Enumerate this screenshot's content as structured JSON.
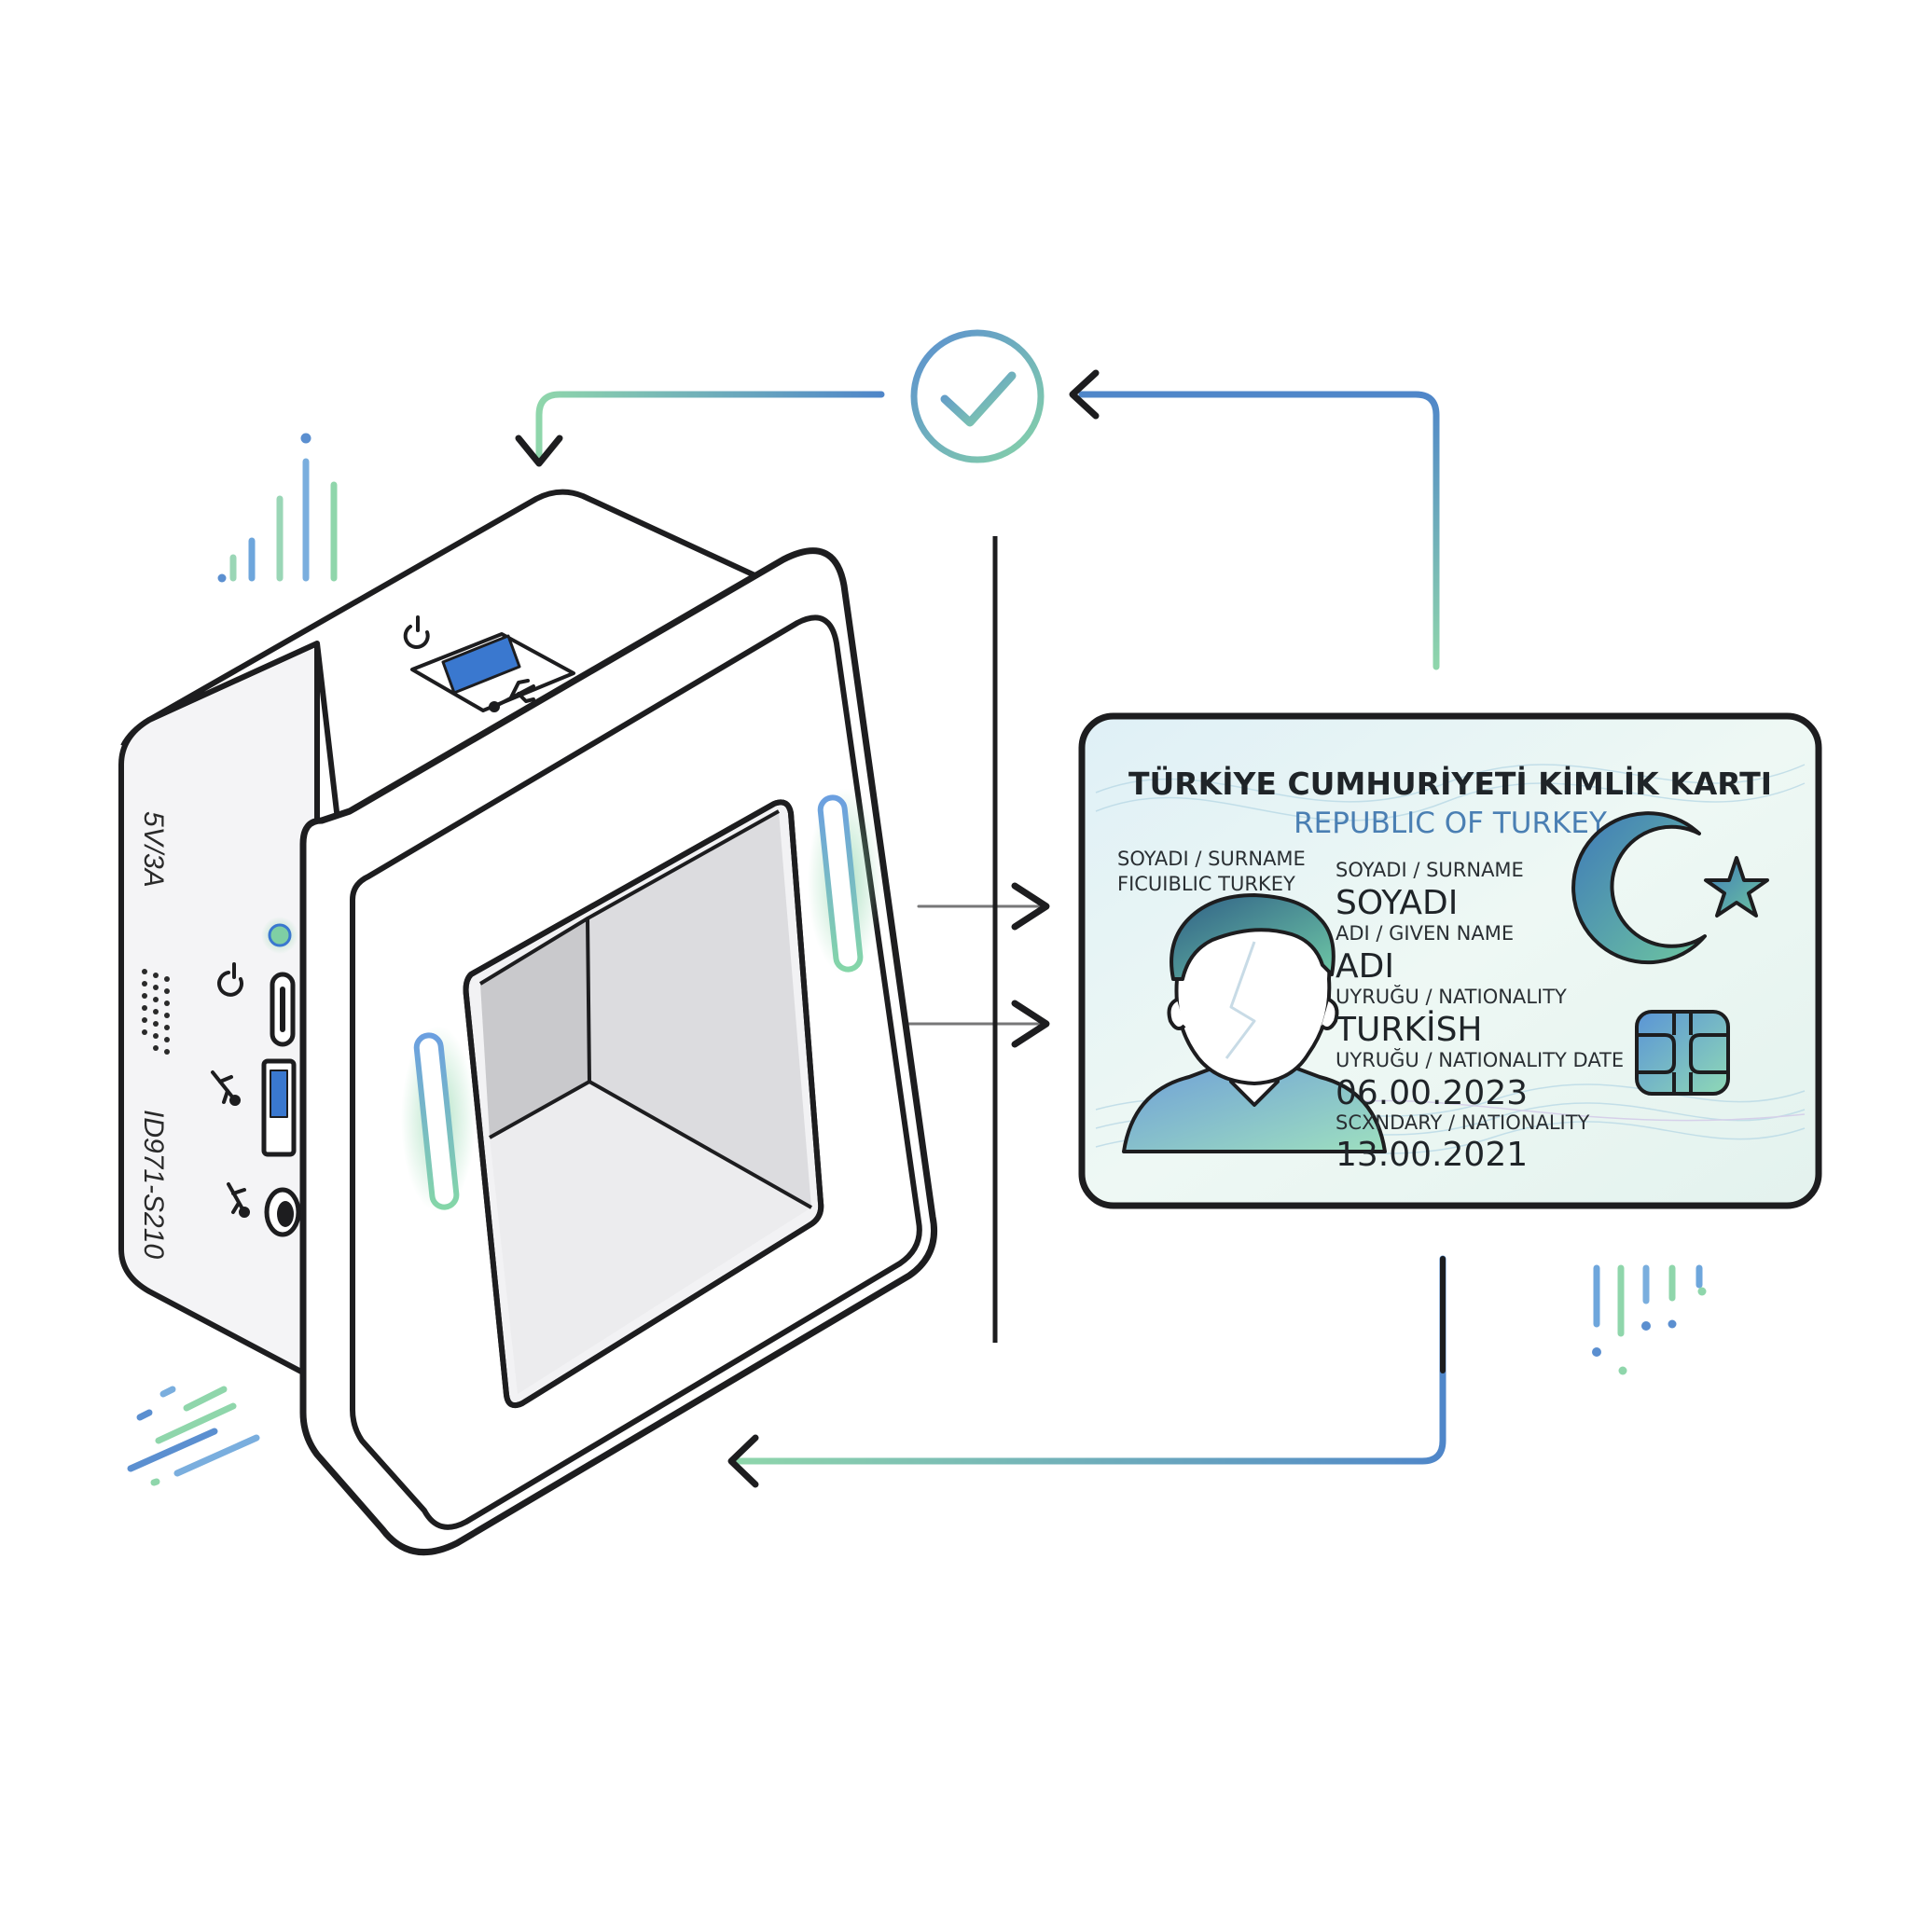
{
  "device": {
    "side_text_power": "5V/3A",
    "side_text_model": "ID971-S210"
  },
  "id_card": {
    "title": "TÜRKİYE CUMHURİYETİ KİMLİK KARTI",
    "subtitle": "REPUBLIC OF TURKEY",
    "left_label": "SOYADI / SURNAME",
    "left_value": "FICUIBLIC TURKEY",
    "fields": [
      {
        "label": "SOYADI / SURNAME",
        "value": "SOYADI"
      },
      {
        "label": "ADI / GIVEN NAME",
        "value": "ADI"
      },
      {
        "label": "UYRUĞU / NATIONALITY",
        "value": "TURKİSH"
      },
      {
        "label": "UYRUĞU / NATIONALITY DATE",
        "value": "06.00.2023"
      },
      {
        "label": "SCXNDARY / NATIONALITY",
        "value": "13.00.2021"
      }
    ]
  },
  "colors": {
    "accent_blue": "#4f86c9",
    "accent_green": "#7fcfa4",
    "outline": "#1d1d1f",
    "screen_blue": "#3a78cf",
    "title_blue": "#4a7fb3",
    "crescent_green": "#5aa890"
  },
  "icons": [
    "check-circle-icon",
    "power-icon",
    "usb-icon",
    "crescent-star-icon",
    "chip-icon",
    "person-silhouette-icon"
  ]
}
